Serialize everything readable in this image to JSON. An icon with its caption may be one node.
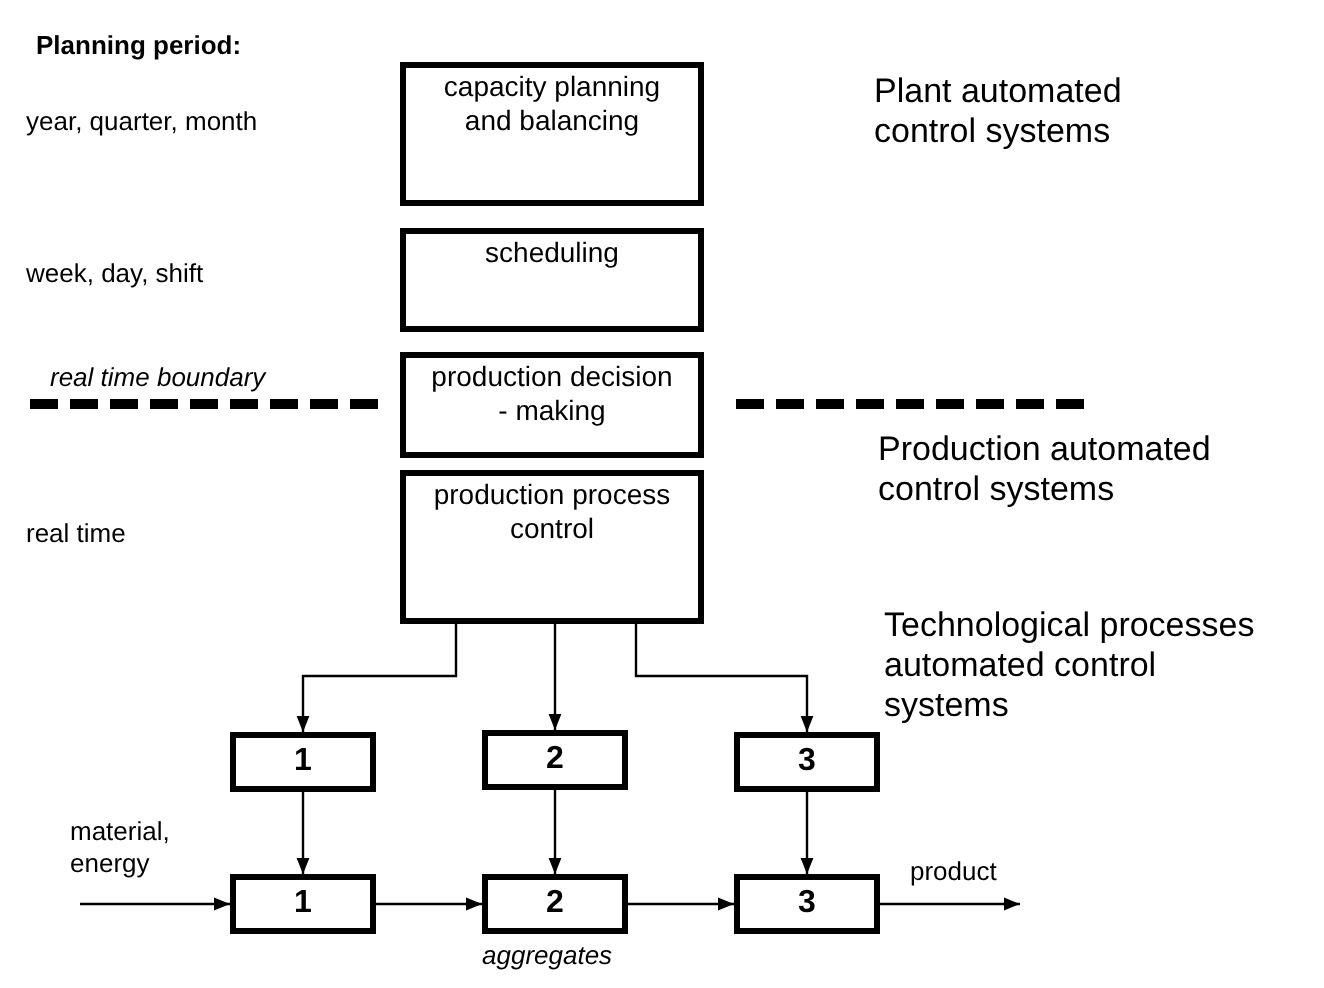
{
  "diagram": {
    "nodes": [
      {
        "text": [
          "capacity planning and balancing"
        ]
      },
      {
        "text": [
          "scheduling"
        ]
      },
      {
        "text": [
          "production decision - making"
        ]
      },
      {
        "text": [
          "production process control"
        ]
      },
      {
        "text": [
          "1"
        ]
      },
      {
        "text": [
          "2"
        ]
      },
      {
        "text": [
          "3"
        ]
      },
      {
        "text": [
          "1"
        ]
      },
      {
        "text": [
          "2"
        ],
        "beside": [
          "aggregates"
        ]
      },
      {
        "text": [
          "3"
        ]
      }
    ],
    "edges": [
      {
        "from": 3,
        "to": 4,
        "arrow": "to"
      },
      {
        "from": 3,
        "to": 5,
        "arrow": "to"
      },
      {
        "from": 3,
        "to": 6,
        "arrow": "to"
      },
      {
        "from": 4,
        "to": 7,
        "arrow": "to"
      },
      {
        "from": 5,
        "to": 8,
        "arrow": "to"
      },
      {
        "from": 6,
        "to": 9,
        "arrow": "to"
      },
      {
        "from": null,
        "to": 7,
        "arrow": "to",
        "label": "material, energy"
      },
      {
        "from": 7,
        "to": 8,
        "arrow": "to"
      },
      {
        "from": 8,
        "to": 9,
        "arrow": "to"
      },
      {
        "from": 9,
        "to": null,
        "arrow": "to",
        "label": "product"
      }
    ],
    "labels": [
      "Planning period:",
      "year, quarter, month",
      "Plant automated control systems",
      "week, day, shift",
      "real time boundary",
      "Production automated control systems",
      "real time",
      "Technological processes automated control systems"
    ]
  }
}
